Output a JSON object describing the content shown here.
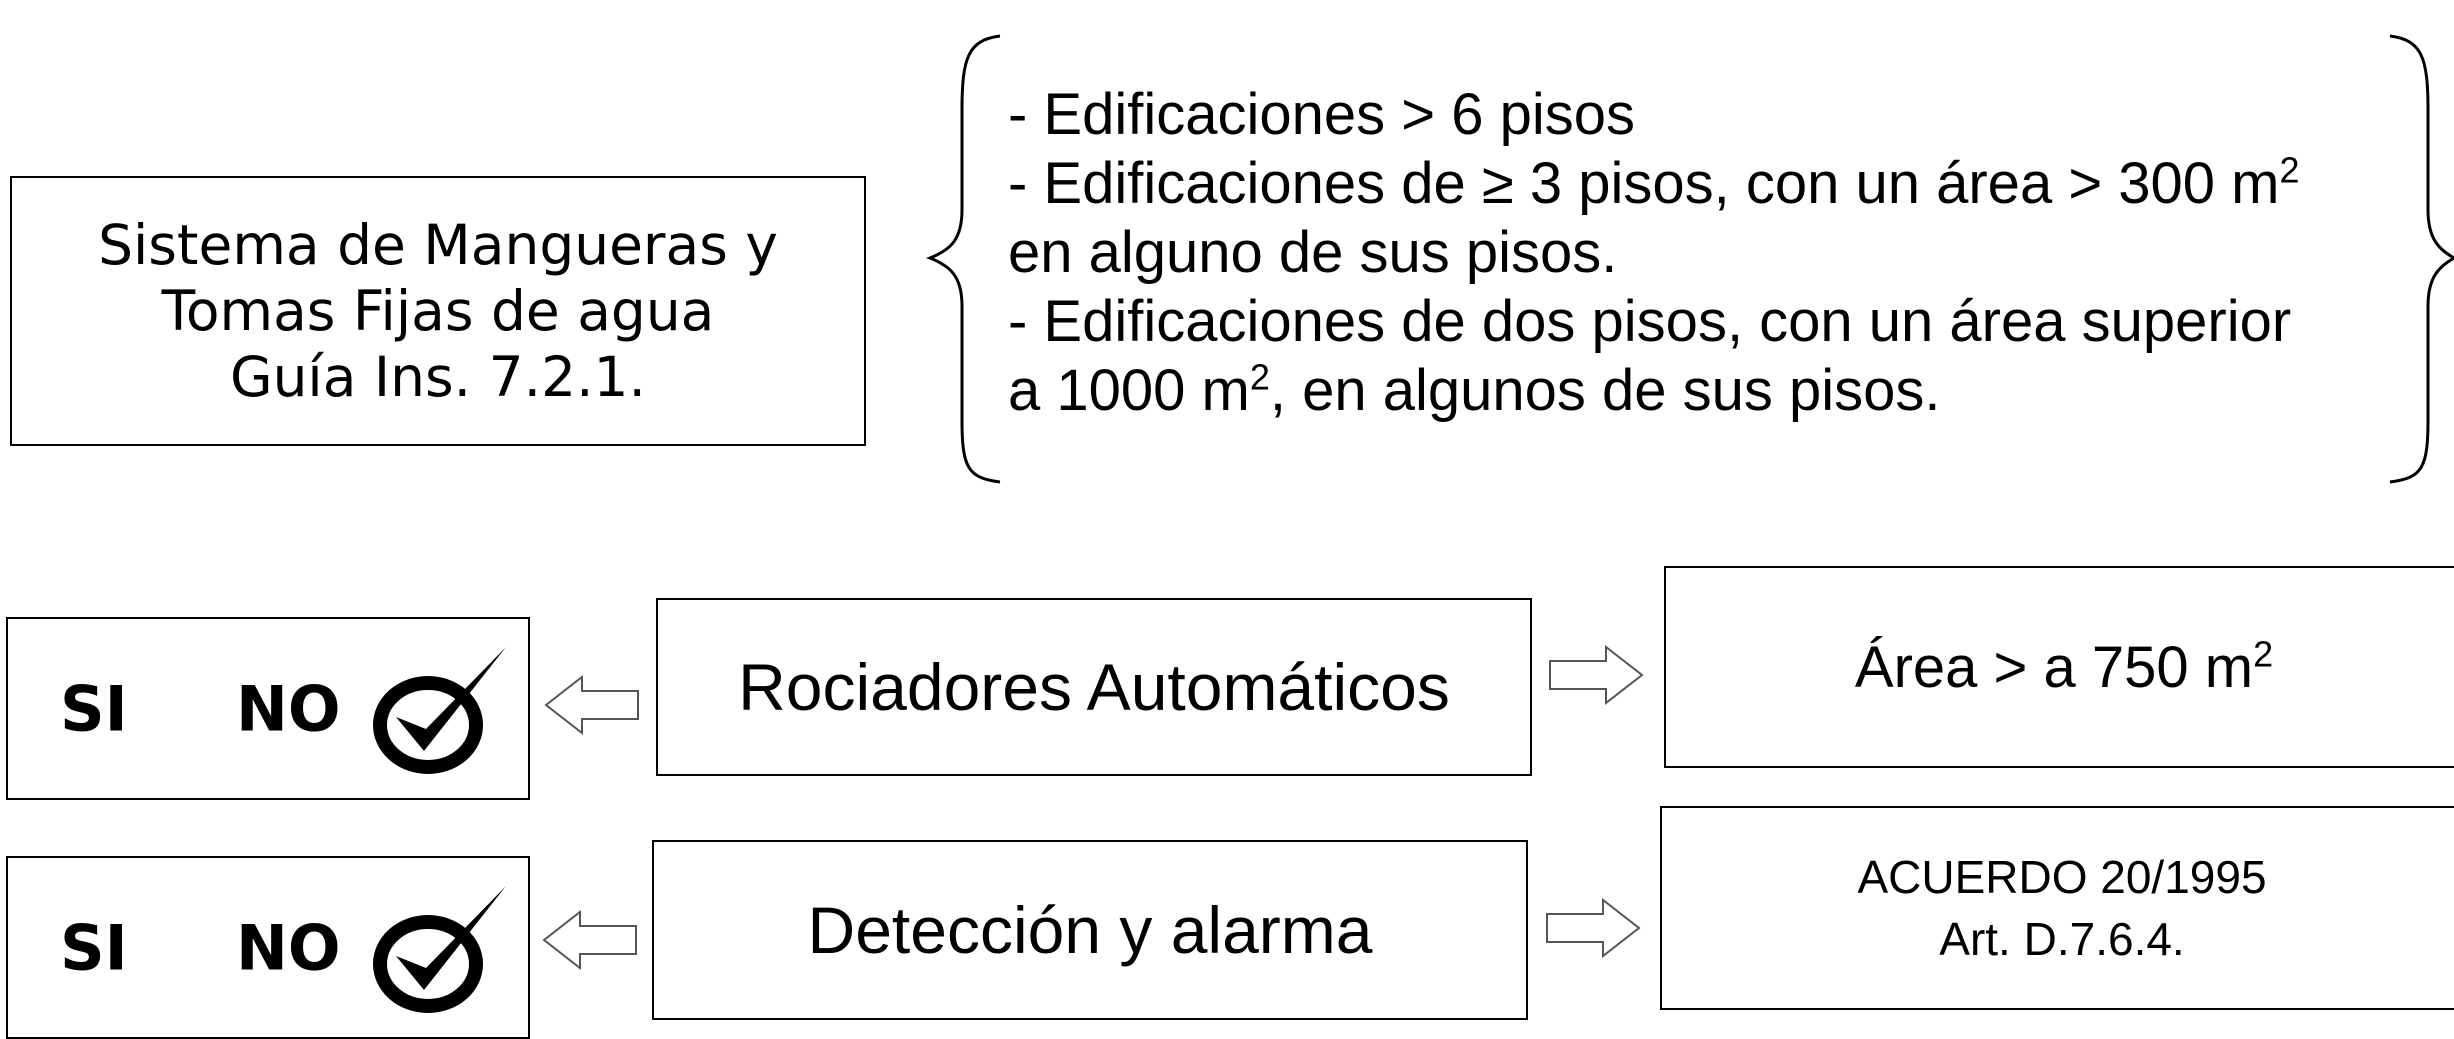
{
  "requirement": {
    "title_lines": [
      "Sistema de Mangueras y",
      "Tomas Fijas de agua",
      "Guía Ins. 7.2.1."
    ],
    "criteria": [
      {
        "text": "- Edificaciones > 6 pisos"
      },
      {
        "text": "- Edificaciones de ≥ 3 pisos, con un área > 300 m",
        "sup": "2"
      },
      {
        "text": "en alguno de sus pisos."
      },
      {
        "text": "- Edificaciones de dos pisos, con un área superior"
      },
      {
        "text": "a 1000 m",
        "sup": "2",
        "tail": ", en algunos de sus pisos."
      }
    ]
  },
  "rows": [
    {
      "yes_label": "SI",
      "no_label": "NO",
      "checked": "NO",
      "system": "Rociadores Automáticos",
      "condition_text": "Área > a 750 m",
      "condition_sup": "2"
    },
    {
      "yes_label": "SI",
      "no_label": "NO",
      "checked": "NO",
      "system": "Detección y alarma",
      "reference_lines": [
        "ACUERDO 20/1995",
        "Art. D.7.6.4."
      ]
    }
  ],
  "icons": {
    "check": "check-mark-icon",
    "arrow_left": "arrow-left-icon",
    "arrow_right": "arrow-right-icon",
    "brace": "curly-brace-icon"
  }
}
